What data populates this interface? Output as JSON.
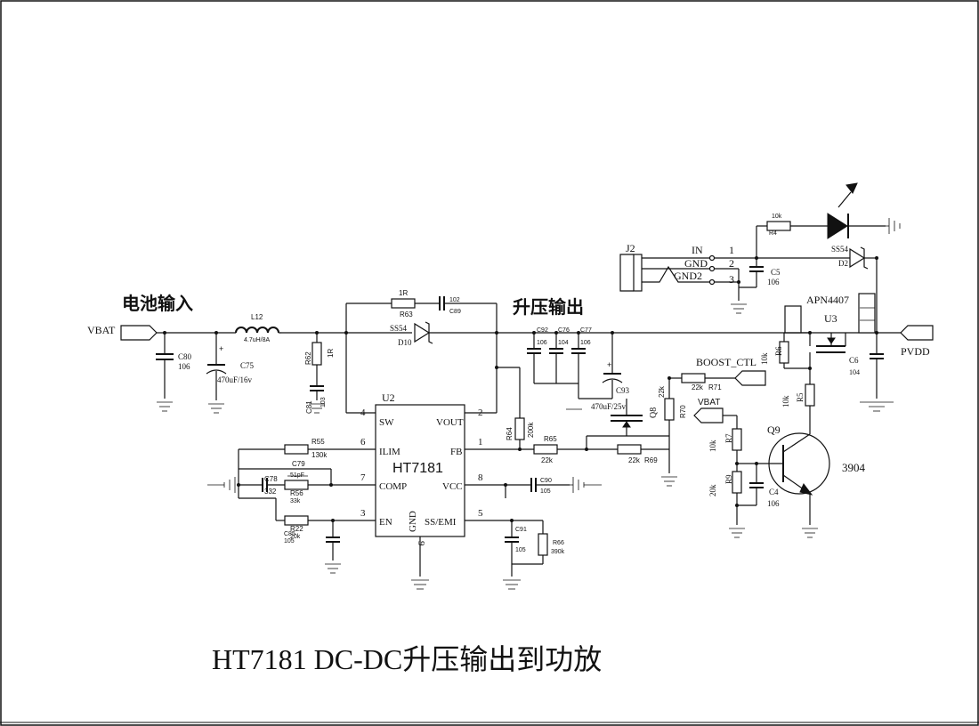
{
  "title": "HT7181 DC-DC升压输出到功放",
  "headings": {
    "input": "电池输入",
    "output": "升压输出"
  },
  "ports": {
    "vbat_in": "VBAT",
    "pvdd": "PVDD",
    "boost_ctl": "BOOST_CTL",
    "vbat_q": "VBAT"
  },
  "inductor": {
    "ref": "L12",
    "value": "4.7uH/8A"
  },
  "ic": {
    "ref": "U2",
    "name": "HT7181",
    "pins": {
      "sw": "SW",
      "sw_num": "4",
      "vout": "VOUT",
      "vout_num": "2",
      "ilim": "ILIM",
      "ilim_num": "6",
      "fb": "FB",
      "fb_num": "1",
      "comp": "COMP",
      "comp_num": "7",
      "vcc": "VCC",
      "vcc_num": "8",
      "en": "EN",
      "en_num": "3",
      "ss": "SS/EMI",
      "ss_num": "5",
      "gnd": "GND",
      "gnd_num": "9"
    }
  },
  "diodes": {
    "d10": {
      "ref": "D10",
      "part": "SS54"
    },
    "d2": {
      "ref": "D2",
      "part": "SS54"
    }
  },
  "mosfet": {
    "ref": "U3",
    "part": "APN4407"
  },
  "transistors": {
    "q8": {
      "ref": "Q8"
    },
    "q9": {
      "ref": "Q9",
      "part": "3904"
    }
  },
  "jack": {
    "ref": "J2",
    "pins": [
      {
        "label": "IN",
        "num": "1"
      },
      {
        "label": "GND",
        "num": "2"
      },
      {
        "label": "GND2",
        "num": "3"
      }
    ]
  },
  "resistors": {
    "r63": {
      "ref": "R63",
      "value": "1R"
    },
    "r62": {
      "ref": "R62",
      "value": "1R"
    },
    "r55": {
      "ref": "R55",
      "value": "130k"
    },
    "r56": {
      "ref": "R56",
      "value": "33k"
    },
    "r22": {
      "ref": "R22",
      "value": "20k"
    },
    "r64": {
      "ref": "R64",
      "value": "200k"
    },
    "r65": {
      "ref": "R65",
      "value": "22k"
    },
    "r69": {
      "ref": "R69",
      "value": "22k"
    },
    "r70": {
      "ref": "R70",
      "value": "22k"
    },
    "r71": {
      "ref": "R71",
      "value": "22k"
    },
    "r66": {
      "ref": "R66",
      "value": "390k"
    },
    "r4": {
      "ref": "R4",
      "value": "10k"
    },
    "r6": {
      "ref": "R6",
      "value": "10k"
    },
    "r5": {
      "ref": "R5",
      "value": "10k"
    },
    "r7": {
      "ref": "R7",
      "value": "10k"
    },
    "r9": {
      "ref": "R9",
      "value": "20k"
    }
  },
  "capacitors": {
    "c80": {
      "ref": "C80",
      "value": "106"
    },
    "c75": {
      "ref": "C75",
      "value": "470uF/16v"
    },
    "c81": {
      "ref": "C81",
      "value": "103"
    },
    "c89": {
      "ref": "C89",
      "value": "102"
    },
    "c92": {
      "ref": "C92",
      "value": "106"
    },
    "c76": {
      "ref": "C76",
      "value": "104"
    },
    "c77": {
      "ref": "C77",
      "value": "106"
    },
    "c93": {
      "ref": "C93",
      "value": "470uF/25v"
    },
    "c78": {
      "ref": "C78",
      "value": "332"
    },
    "c79": {
      "ref": "C79",
      "value": "51pF"
    },
    "c85": {
      "ref": "C85",
      "value": "105"
    },
    "c90": {
      "ref": "C90",
      "value": "105"
    },
    "c91": {
      "ref": "C91",
      "value": "105"
    },
    "c5": {
      "ref": "C5",
      "value": "106"
    },
    "c6": {
      "ref": "C6",
      "value": "104"
    },
    "c4": {
      "ref": "C4",
      "value": "106"
    }
  }
}
